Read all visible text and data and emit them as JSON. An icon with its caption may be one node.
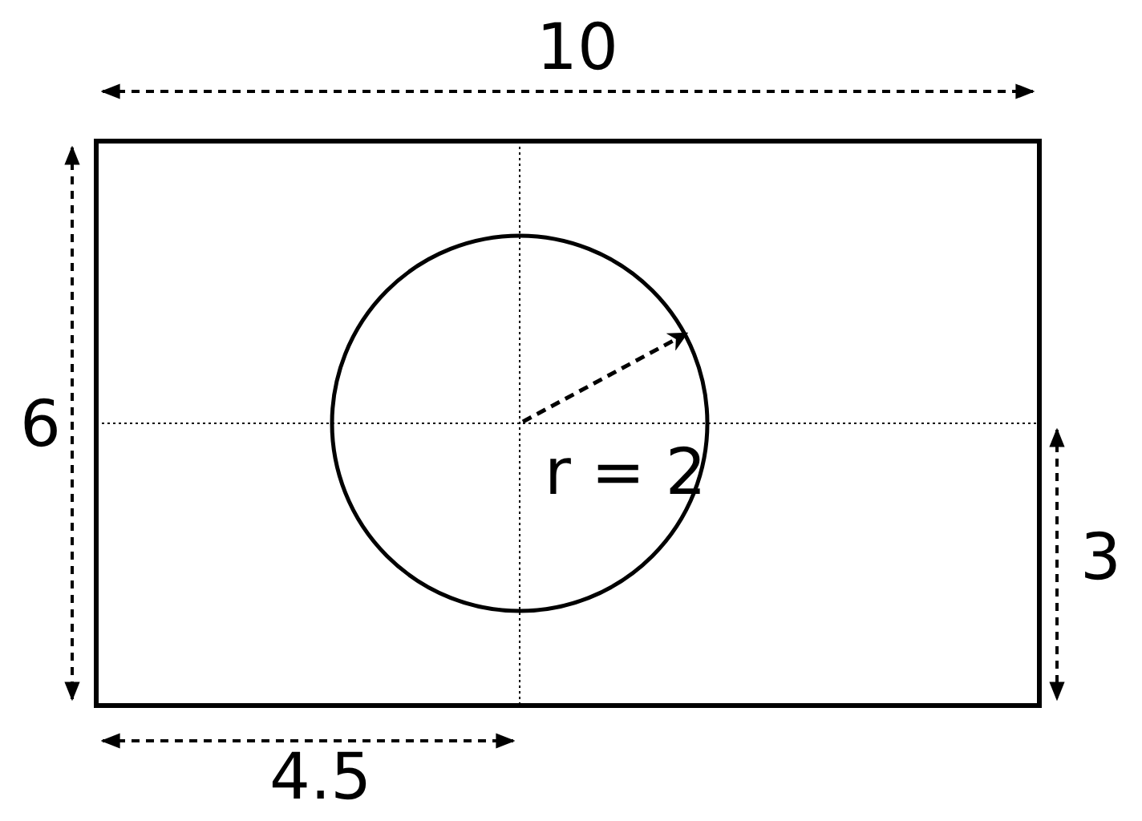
{
  "diagram": {
    "labels": [
      "10",
      "6",
      "r = 2",
      "3",
      "4.5"
    ]
  }
}
